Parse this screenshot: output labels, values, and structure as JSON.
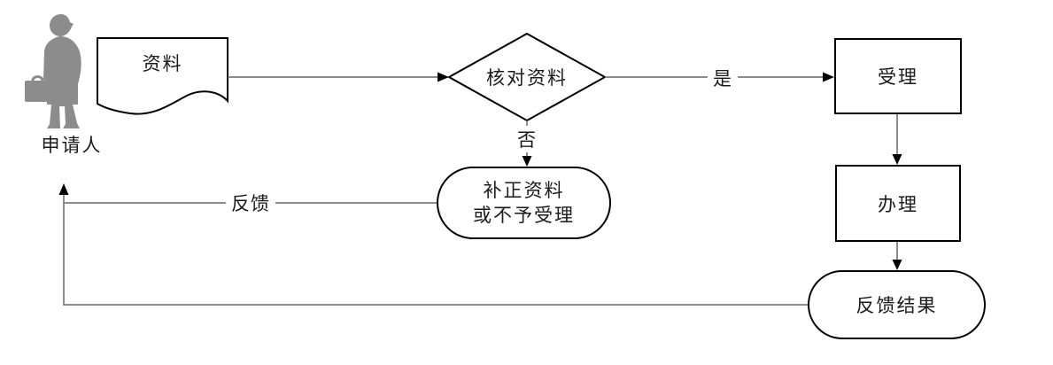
{
  "diagram": {
    "actor_label": "申请人",
    "nodes": {
      "document": "资料",
      "decision": "核对资料",
      "accept": "受理",
      "process": "办理",
      "supplement_line1": "补正资料",
      "supplement_line2": "或不予受理",
      "feedback_result": "反馈结果"
    },
    "edge_labels": {
      "yes": "是",
      "no": "否",
      "feedback": "反馈"
    },
    "colors": {
      "shape_border": "#000000",
      "connector": "#666666",
      "actor_fill": "#8c8c8c",
      "text": "#1a1a1a",
      "background": "#ffffff"
    }
  }
}
